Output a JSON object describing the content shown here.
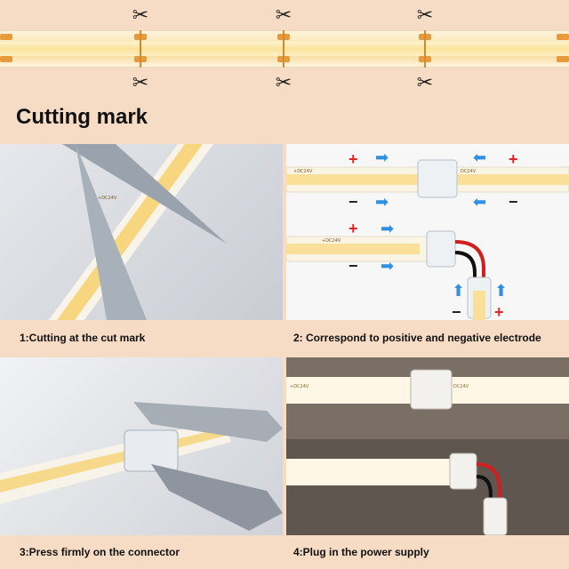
{
  "heading": "Cutting mark",
  "captions": {
    "c1": "1:Cutting at the cut mark",
    "c2": "2: Correspond to positive and negative electrode",
    "c3": "3:Press firmly on the connector",
    "c4": "4:Plug in the power supply"
  },
  "strip_label": "+DC24V",
  "strip_label_b": "DC24V",
  "signs": {
    "plus": "+",
    "minus": "−"
  },
  "icons": {
    "scissors": "scissors-icon",
    "arrow": "blue-arrow-icon"
  },
  "colors": {
    "background": "#f6dcc4",
    "strip": "#fbe39c",
    "cut_pad": "#e79a3c",
    "plus": "#e02626",
    "arrow": "#2f8fe0"
  }
}
